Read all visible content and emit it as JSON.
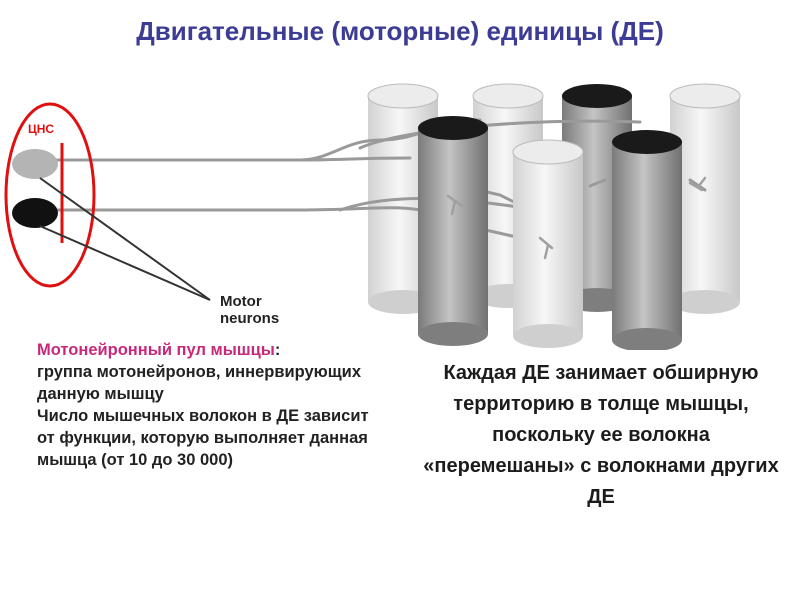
{
  "title": "Двигательные (моторные) единицы (ДЕ)",
  "diagram": {
    "cns_label": "ЦНС",
    "motor_label_line1": "Motor",
    "motor_label_line2": "neurons"
  },
  "left_text": {
    "heading": "Мотонейронный пул мышцы",
    "heading_suffix": ":",
    "definition": "группа мотонейронов, иннервирующих данную мышцу",
    "fibers_note": "Число мышечных волокон в ДЕ зависит от функции, которую выполняет данная мышца (от 10 до 30 000)"
  },
  "right_text": {
    "statement": "Каждая ДЕ занимает обширную территорию в толще мышцы, поскольку ее волокна «перемешаны» с волокнами других ДЕ"
  },
  "colors": {
    "title": "#3c3c96",
    "highlight": "#c8287a",
    "cns_circle": "#e01010"
  }
}
